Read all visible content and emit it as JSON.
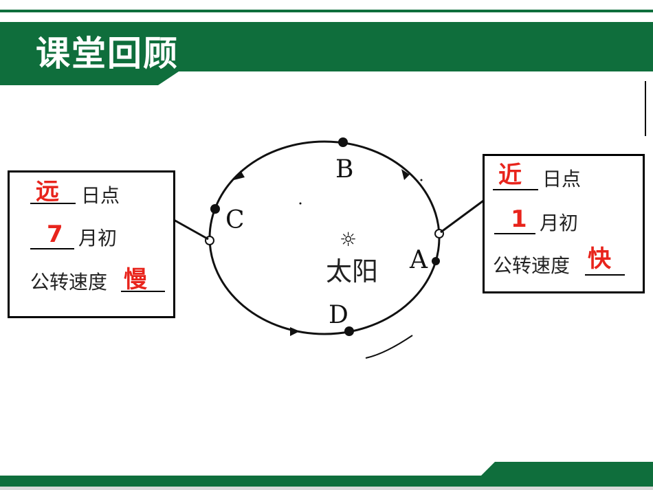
{
  "header": {
    "title": "课堂回顾"
  },
  "diagram": {
    "points": {
      "A": "A",
      "B": "B",
      "C": "C",
      "D": "D"
    },
    "sun_label": "太阳",
    "sun_symbol": "☼"
  },
  "left_box": {
    "line1_answer": "远",
    "line1_text": "日点",
    "line2_answer": "7",
    "line2_text": "月初",
    "line3_text": "公转速度",
    "line3_answer": "慢"
  },
  "right_box": {
    "line1_answer": "近",
    "line1_text": "日点",
    "line2_answer": "1",
    "line2_text": "月初",
    "line3_text": "公转速度",
    "line3_answer": "快"
  },
  "colors": {
    "header_green": "#0f6e3c",
    "answer_red": "#e8241c"
  }
}
